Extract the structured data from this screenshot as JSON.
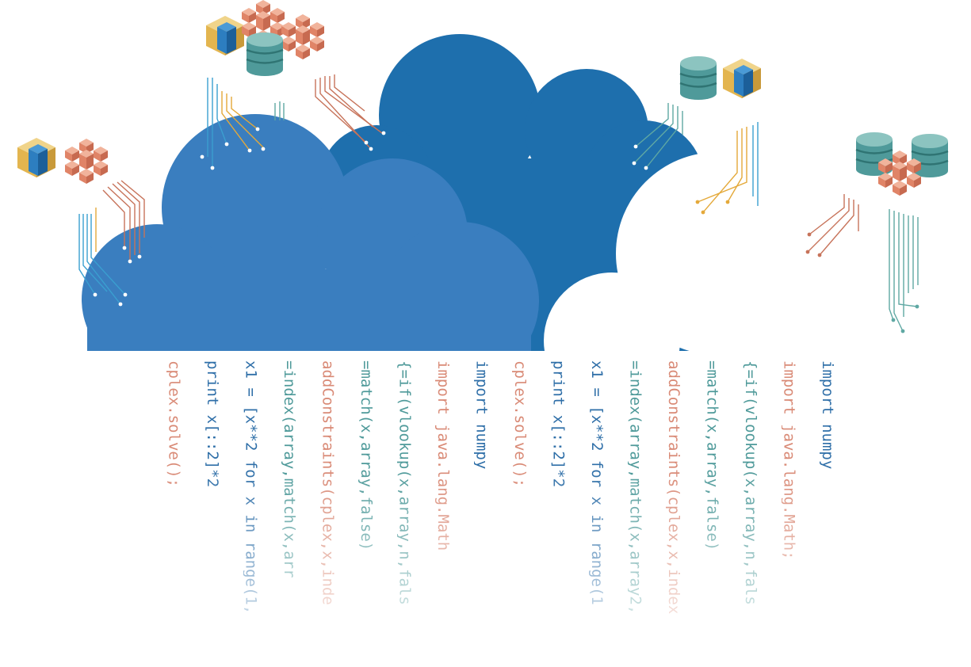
{
  "colors": {
    "cloud_dark": "#1e6fad",
    "cloud_light": "#3a7ebf",
    "code_blue": "#2f6fa8",
    "code_salmon": "#d98a76",
    "code_teal": "#4f9a9a",
    "wire_blue": "#3a9fd0",
    "wire_orange": "#e4a93a",
    "wire_red": "#c7735a",
    "wire_teal": "#5fa8a3",
    "db_teal": "#5fa8a3",
    "cube_orange": "#e89a7c",
    "cube_blue": "#2d7ec0",
    "cube_gold": "#e3b54f"
  },
  "code_lines": [
    {
      "text": "import numpy",
      "color": "blue"
    },
    {
      "text": "import java.lang.Math;",
      "color": "salmon"
    },
    {
      "text": "{=if(vlookup(x,array,n,fals",
      "color": "teal"
    },
    {
      "text": "=match(x,array,false)",
      "color": "teal"
    },
    {
      "text": "addConstraints(cplex,x,index",
      "color": "salmon"
    },
    {
      "text": "=index(array,match(x,array2,",
      "color": "teal"
    },
    {
      "text": "x1 = [x**2 for x in range(1",
      "color": "blue"
    },
    {
      "text": "print x[::2]*2",
      "color": "blue"
    },
    {
      "text": "cplex.solve();",
      "color": "salmon"
    },
    {
      "text": "import numpy",
      "color": "blue"
    },
    {
      "text": "import java.lang.Math",
      "color": "salmon"
    },
    {
      "text": "{=if(vlookup(x,array,n,fals",
      "color": "teal"
    },
    {
      "text": "=match(x,array,false)",
      "color": "teal"
    },
    {
      "text": "addConstraints(cplex,x,inde",
      "color": "salmon"
    },
    {
      "text": "=index(array,match(x,arr",
      "color": "teal"
    },
    {
      "text": "x1 = [x**2 for x in range(1,",
      "color": "blue"
    },
    {
      "text": "print x[::2]*2",
      "color": "blue"
    },
    {
      "text": "cplex.solve();",
      "color": "salmon"
    }
  ],
  "icons": [
    "cube-icon",
    "block-cluster-icon",
    "database-icon",
    "circuit-wires-icon"
  ]
}
